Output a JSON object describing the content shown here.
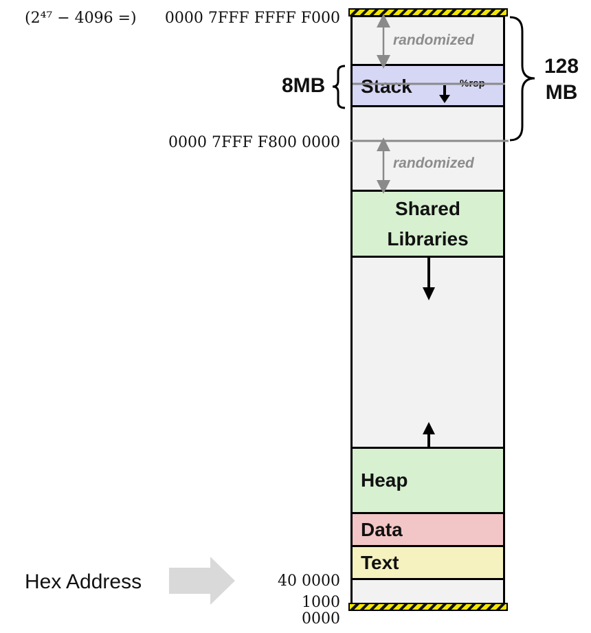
{
  "top_formula": "(2⁴⁷ − 4096 =)",
  "addresses": {
    "top": "0000 7FFF FFFF F000",
    "stack_base": "0000 7FFF F800 0000",
    "text_start": "40 0000",
    "bottom_line1": "1000",
    "bottom_line2": "0000"
  },
  "sizes": {
    "stack_limit": "8MB",
    "region_line1": "128",
    "region_line2": "MB"
  },
  "randomized_label": "randomized",
  "rsp_label": "%rsp",
  "segments": {
    "stack": "Stack",
    "shared_line1": "Shared",
    "shared_line2": "Libraries",
    "heap": "Heap",
    "data": "Data",
    "text": "Text"
  },
  "hex_address_label": "Hex Address",
  "colors": {
    "stack": "#d6d6f5",
    "shared": "#d6f0d0",
    "heap": "#d6f0d0",
    "data": "#f2c6c6",
    "text": "#f5f2bf",
    "free": "#f2f2f2",
    "gray_line": "#8a8a8a"
  }
}
